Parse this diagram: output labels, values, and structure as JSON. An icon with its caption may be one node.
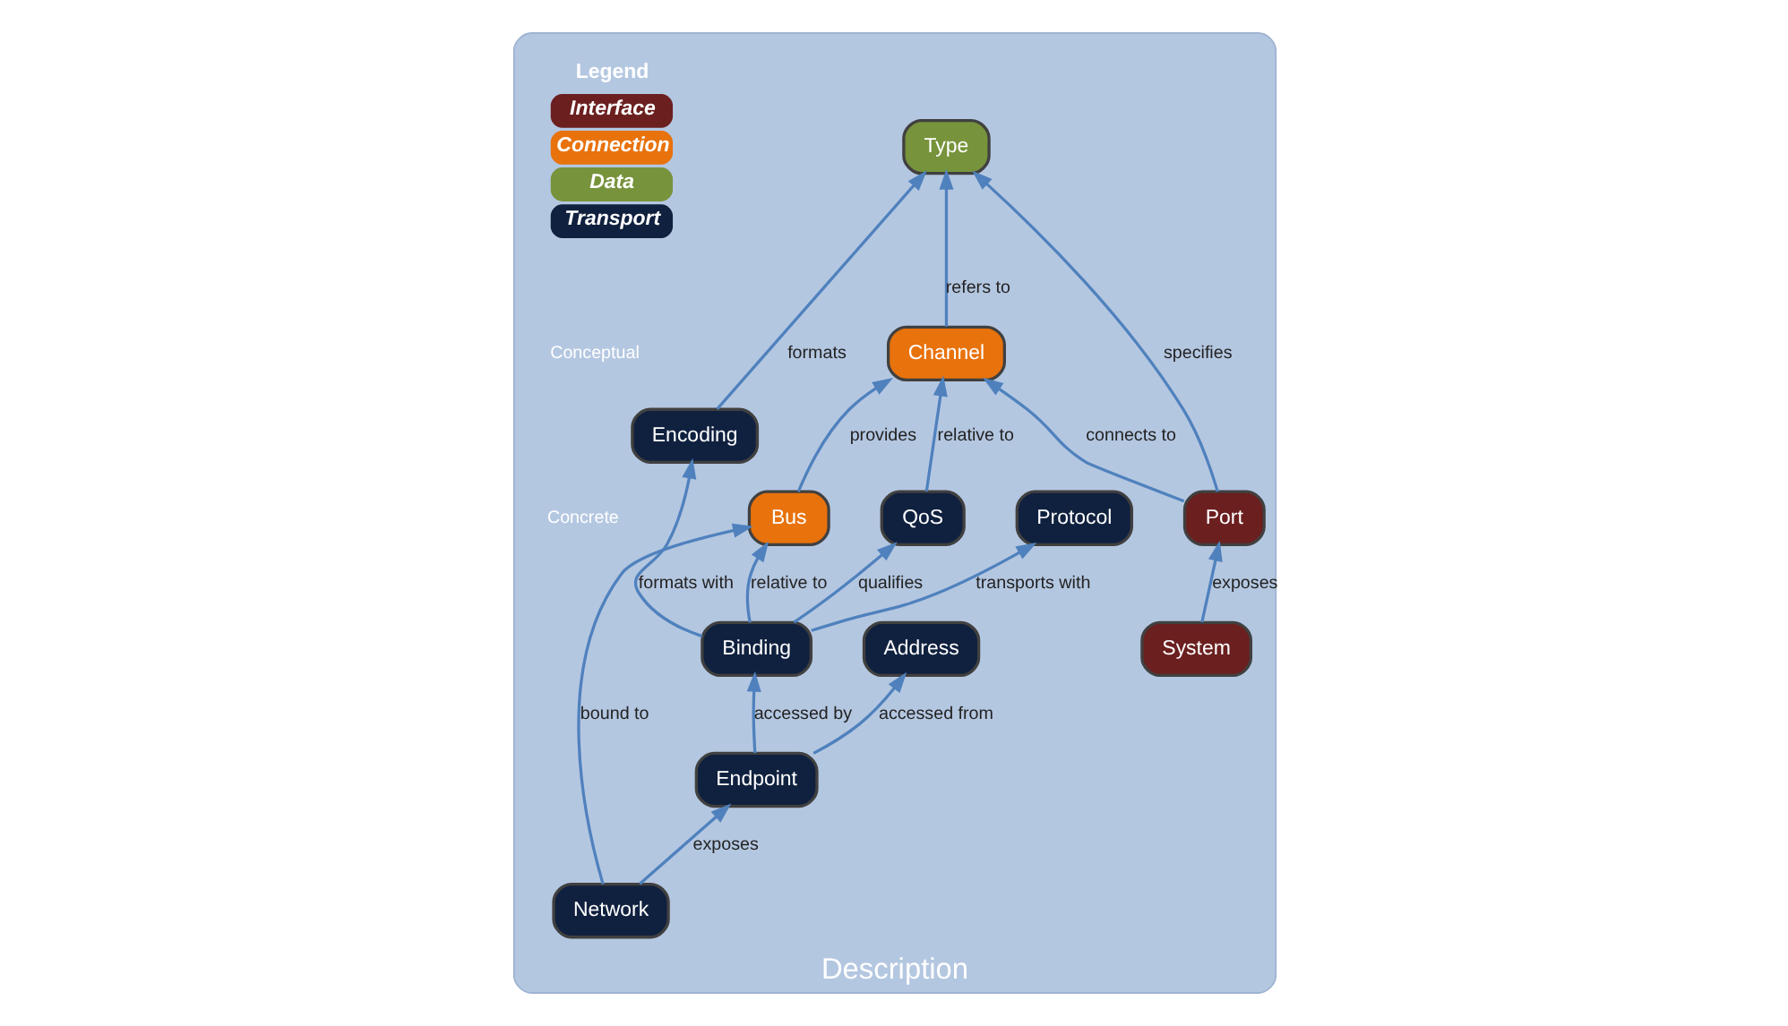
{
  "diagram": {
    "nodes": [
      {
        "text": [
          "Description"
        ]
      },
      {
        "text": [
          "System"
        ],
        "in": 0
      },
      {
        "text": [
          "Port"
        ],
        "in": 0
      },
      {
        "text": [
          "Bus"
        ],
        "in": 0
      },
      {
        "text": [
          "Channel"
        ],
        "in": 0
      },
      {
        "text": [
          "Type"
        ],
        "in": 0
      },
      {
        "text": [
          "QoS"
        ],
        "in": 0
      },
      {
        "text": [
          "Address"
        ],
        "in": 0
      },
      {
        "text": [
          "Encoding"
        ],
        "in": 0
      },
      {
        "text": [
          "Network"
        ],
        "in": 0
      },
      {
        "text": [
          "Endpoint"
        ],
        "in": 0
      },
      {
        "text": [
          "Binding"
        ],
        "in": 0
      },
      {
        "text": [
          "Protocol"
        ],
        "in": 0
      }
    ],
    "edges": [
      {
        "from": 1,
        "to": 2,
        "arrow": "to",
        "label": "exposes"
      },
      {
        "from": 2,
        "to": 5,
        "arrow": "to",
        "label": "specifies"
      },
      {
        "from": 2,
        "to": 4,
        "arrow": "to",
        "label": "connects to"
      },
      {
        "from": 3,
        "to": 4,
        "arrow": "to",
        "label": "provides"
      },
      {
        "from": 4,
        "to": 5,
        "arrow": "to",
        "label": "refers to"
      },
      {
        "from": 6,
        "to": 4,
        "arrow": "to",
        "label": "relative to"
      },
      {
        "from": 11,
        "to": 3,
        "arrow": "to",
        "label": "relative to"
      },
      {
        "from": 9,
        "to": 3,
        "arrow": "to",
        "label": "bound to"
      },
      {
        "from": 9,
        "to": 10,
        "arrow": "to",
        "label": "exposes"
      },
      {
        "from": 10,
        "to": 7,
        "arrow": "to",
        "label": "accessed from"
      },
      {
        "from": 10,
        "to": 11,
        "arrow": "to",
        "label": "accessed by"
      },
      {
        "from": 11,
        "to": 6,
        "arrow": "to",
        "label": "qualifies"
      },
      {
        "from": 11,
        "to": 8,
        "arrow": "to",
        "label": "formats with"
      },
      {
        "from": 11,
        "to": 12,
        "arrow": "to",
        "label": "transports with"
      },
      {
        "from": 8,
        "to": 5,
        "arrow": "to",
        "label": "formats"
      }
    ],
    "labels": [
      "Legend",
      "Conceptual",
      "Concrete"
    ],
    "legend": [
      {
        "text": "Interface",
        "color": "#6b1f1f"
      },
      {
        "text": "Connection",
        "color": "#e8720c"
      },
      {
        "text": "Data",
        "color": "#77933c"
      },
      {
        "text": "Transport",
        "color": "#10213f"
      }
    ]
  }
}
